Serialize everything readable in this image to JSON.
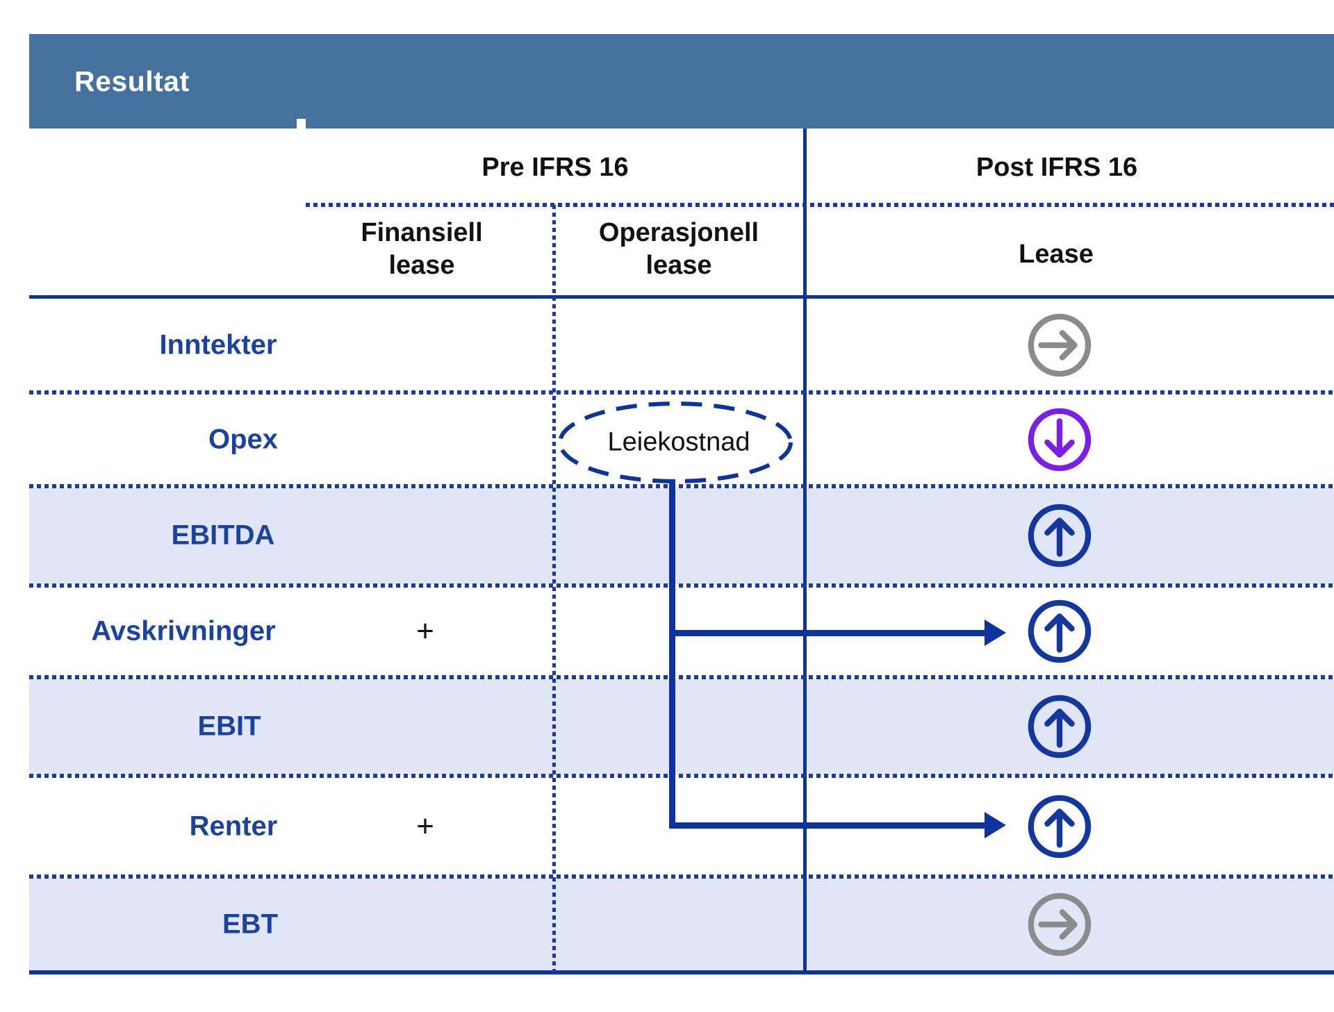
{
  "header": {
    "title": "Resultat"
  },
  "columns": {
    "pre": "Pre IFRS 16",
    "post": "Post IFRS 16",
    "pre_sub": [
      "Finansiell lease",
      "Operasjonell lease"
    ],
    "post_sub": [
      "Lease"
    ]
  },
  "rows": [
    {
      "label": "Inntekter",
      "finansiell": "",
      "operasjonell": "",
      "lease_icon": "arrow-right-circle",
      "icon_color": "gray",
      "shaded": false
    },
    {
      "label": "Opex",
      "finansiell": "",
      "operasjonell": "Leiekostnad",
      "lease_icon": "arrow-down-circle",
      "icon_color": "purple",
      "shaded": false
    },
    {
      "label": "EBITDA",
      "finansiell": "",
      "operasjonell": "",
      "lease_icon": "arrow-up-circle",
      "icon_color": "navy",
      "shaded": true
    },
    {
      "label": "Avskrivninger",
      "finansiell": "+",
      "operasjonell": "",
      "lease_icon": "arrow-up-circle",
      "icon_color": "navy",
      "shaded": false,
      "arrow_from_leiekostnad": true
    },
    {
      "label": "EBIT",
      "finansiell": "",
      "operasjonell": "",
      "lease_icon": "arrow-up-circle",
      "icon_color": "navy",
      "shaded": true
    },
    {
      "label": "Renter",
      "finansiell": "+",
      "operasjonell": "",
      "lease_icon": "arrow-up-circle",
      "icon_color": "navy",
      "shaded": false,
      "arrow_from_leiekostnad": true
    },
    {
      "label": "EBT",
      "finansiell": "",
      "operasjonell": "",
      "lease_icon": "arrow-right-circle",
      "icon_color": "gray",
      "shaded": true
    }
  ],
  "colors": {
    "header_bar": "#45719e",
    "solid_line": "#0f339c",
    "dotted_line": "#1c3aa5",
    "row_label": "#1c429f",
    "icon_navy": "#14379e",
    "icon_gray": "#8b8b8b",
    "icon_purple": "#7b1fe6",
    "row_shade": "#e0e6f6"
  }
}
